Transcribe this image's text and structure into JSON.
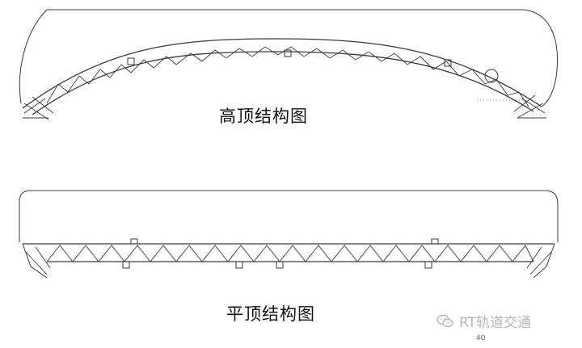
{
  "figures": [
    {
      "caption": "高顶结构图"
    },
    {
      "caption": "平顶结构图"
    }
  ],
  "watermark": {
    "icon": "wechat-icon",
    "text": "RT轨道交通"
  },
  "page_number": "40"
}
